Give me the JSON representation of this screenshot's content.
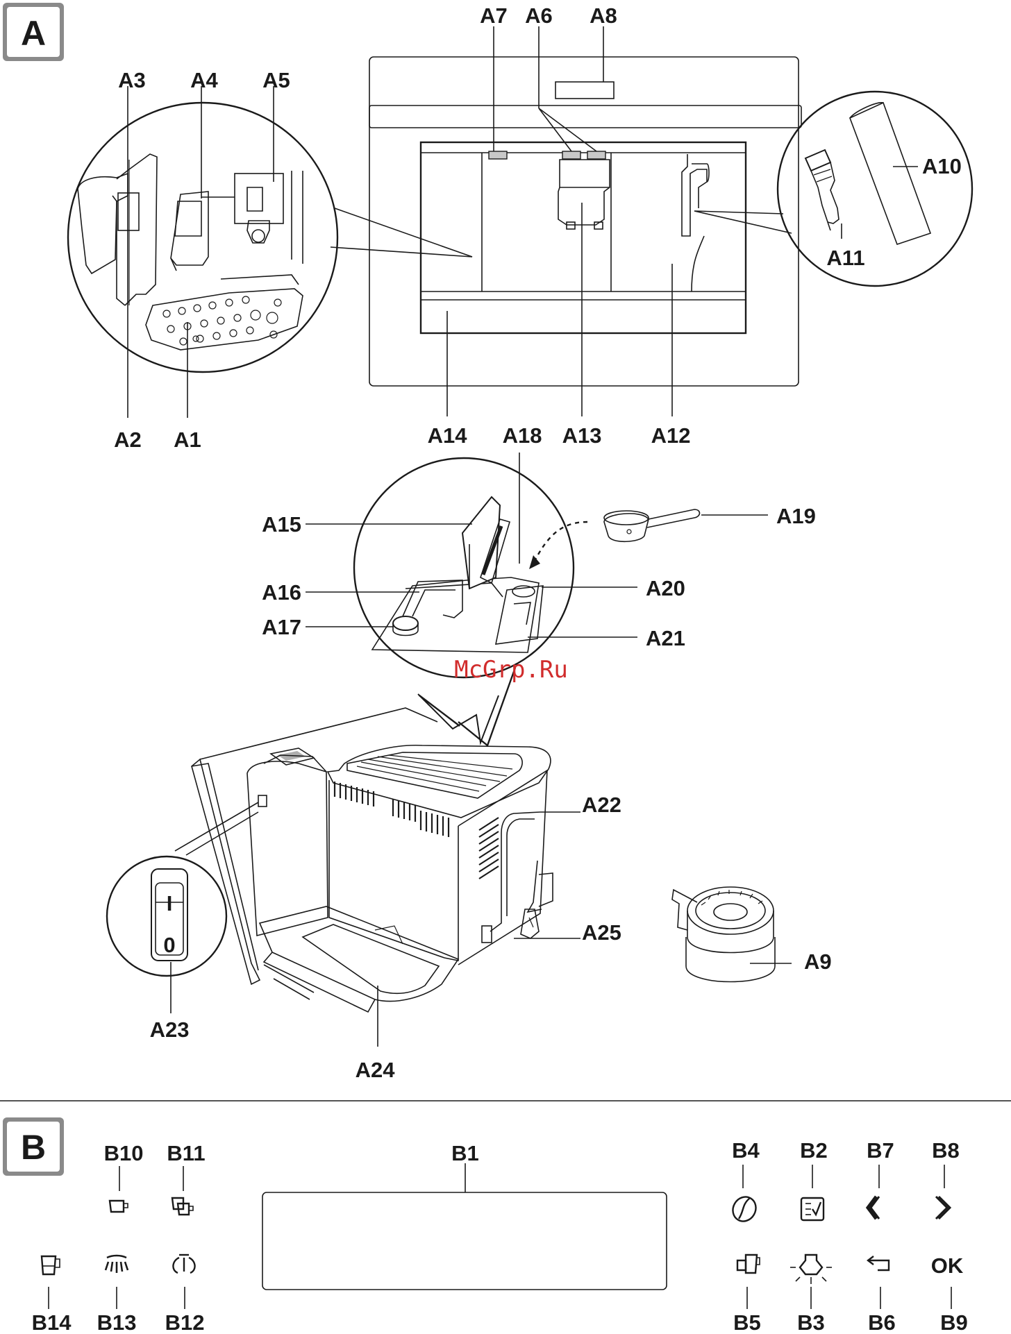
{
  "sections": {
    "a": "A",
    "b": "B"
  },
  "watermark": "McGrp.Ru",
  "labels": {
    "A1": "A1",
    "A2": "A2",
    "A3": "A3",
    "A4": "A4",
    "A5": "A5",
    "A6": "A6",
    "A7": "A7",
    "A8": "A8",
    "A9": "A9",
    "A10": "A10",
    "A11": "A11",
    "A12": "A12",
    "A13": "A13",
    "A14": "A14",
    "A15": "A15",
    "A16": "A16",
    "A17": "A17",
    "A18": "A18",
    "A19": "A19",
    "A20": "A20",
    "A21": "A21",
    "A22": "A22",
    "A23": "A23",
    "A24": "A24",
    "A25": "A25",
    "B1": "B1",
    "B2": "B2",
    "B3": "B3",
    "B4": "B4",
    "B5": "B5",
    "B6": "B6",
    "B7": "B7",
    "B8": "B8",
    "B9": "B9",
    "B10": "B10",
    "B11": "B11",
    "B12": "B12",
    "B13": "B13",
    "B14": "B14"
  },
  "switch": {
    "on": "I",
    "off": "0"
  },
  "ok_key": "OK",
  "icons": {
    "B2": "checklist-icon",
    "B3": "light-icon",
    "B4": "coffee-bean-icon",
    "B5": "milk-jug-cup-icon",
    "B6": "back-arrow-icon",
    "B7": "chevron-left-icon",
    "B8": "chevron-right-icon",
    "B9": "ok-icon",
    "B10": "single-cup-icon",
    "B11": "double-cup-icon",
    "B12": "hot-water-icon",
    "B13": "steam-icon",
    "B14": "jug-icon"
  }
}
